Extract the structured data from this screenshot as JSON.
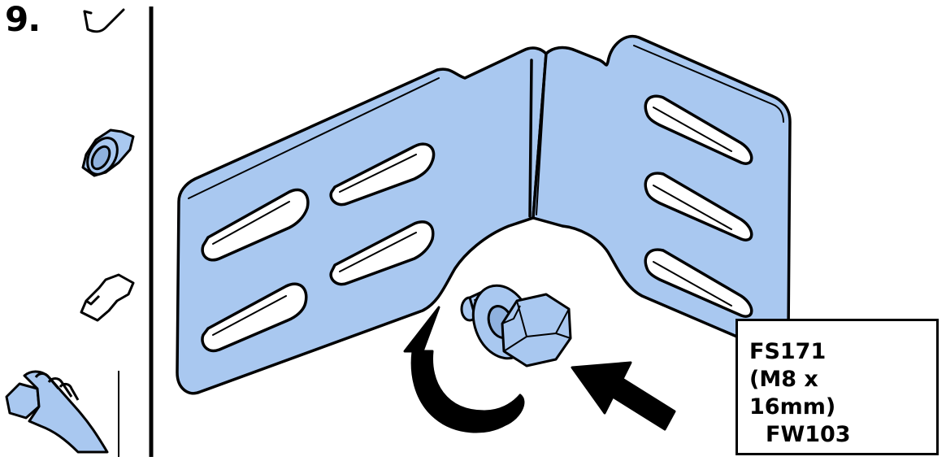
{
  "step": {
    "number": "9."
  },
  "callout": {
    "line1": "FS171",
    "line2": "(M8 x",
    "line3": "16mm)",
    "washer": "FW103"
  },
  "colors": {
    "part_fill": "#a9c8f0",
    "part_shadow": "#8fb1de",
    "outline": "#000000",
    "background": "#ffffff"
  },
  "icons": [
    "hook-slot-icon",
    "keyhole-slot-with-bolt-icon",
    "keyhole-slot-empty-icon",
    "hand-tighten-icon",
    "rotate-arrow-icon",
    "push-arrow-icon",
    "bolt-icon",
    "washer-icon",
    "angle-bracket"
  ]
}
